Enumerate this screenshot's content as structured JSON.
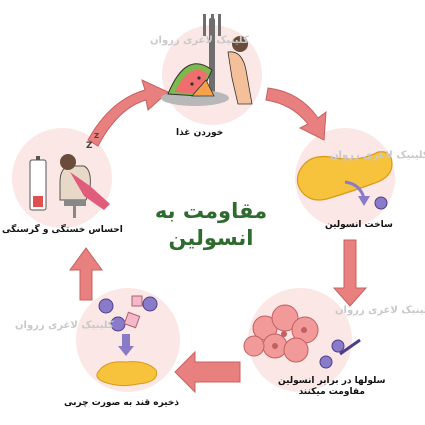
{
  "title": {
    "line1": "مقاومت به",
    "line2": "انسولین"
  },
  "steps": [
    {
      "label": "خوردن غذا",
      "icon": "fork-food-icon"
    },
    {
      "label": "ساخت انسولین",
      "icon": "pancreas-icon"
    },
    {
      "label_line1": "سلولها در برابر انسولین",
      "label_line2": "مقاومت میکنند",
      "icon": "cells-icon"
    },
    {
      "label": "ذخیره قند به صورت چربی",
      "icon": "fat-storage-icon"
    },
    {
      "label": "احساس خستگی و گرسنگی",
      "icon": "tired-person-icon"
    }
  ],
  "watermark": "کلینیک لاغری زروان",
  "colors": {
    "arrow": "#e98080",
    "circle": "#fbe7e5",
    "title": "#2f6b2f",
    "fat": "#f7c23c",
    "sugar": "#8a7bc8",
    "cells": "#f29a9a"
  }
}
